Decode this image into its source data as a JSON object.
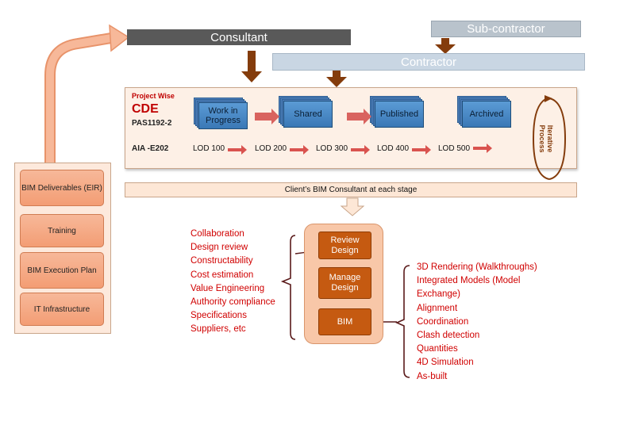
{
  "roles": {
    "consultant": "Consultant",
    "subcontractor": "Sub-contractor",
    "contractor": "Contractor"
  },
  "cde_panel": {
    "project_wise": "Project Wise",
    "cde": "CDE",
    "pas": "PAS1192-2",
    "aia": "AIA -E202",
    "stages": [
      "Work in Progress",
      "Shared",
      "Published",
      "Archived"
    ],
    "lods": [
      "LOD 100",
      "LOD 200",
      "LOD 300",
      "LOD 400",
      "LOD 500"
    ],
    "iterative": "Iterative Process"
  },
  "client_bar": "Client’s BIM Consultant at each stage",
  "left_items": [
    "BIM Deliverables (EIR)",
    "Training",
    "BIM Execution Plan",
    "IT Infrastructure"
  ],
  "design_boxes": {
    "review": "Review Design",
    "manage": "Manage Design",
    "bim": "BIM"
  },
  "left_list": [
    "Collaboration",
    "Design review",
    "Constructability",
    "Cost estimation",
    "Value Engineering",
    "Authority compliance",
    "Specifications",
    "Suppliers, etc"
  ],
  "right_list": [
    "3D Rendering (Walkthroughs)",
    "Integrated Models (Model",
    "Exchange)",
    "Alignment",
    "Coordination",
    "Clash detection",
    "Quantities",
    "4D Simulation",
    "As-built"
  ],
  "colors": {
    "consultant_bar": "#595959",
    "contractor_bar": "#c9d6e3",
    "stage_blue": "#4f81bd",
    "accent_orange": "#c55a11",
    "list_red": "#d00000",
    "arrow_brown": "#843c0c"
  }
}
